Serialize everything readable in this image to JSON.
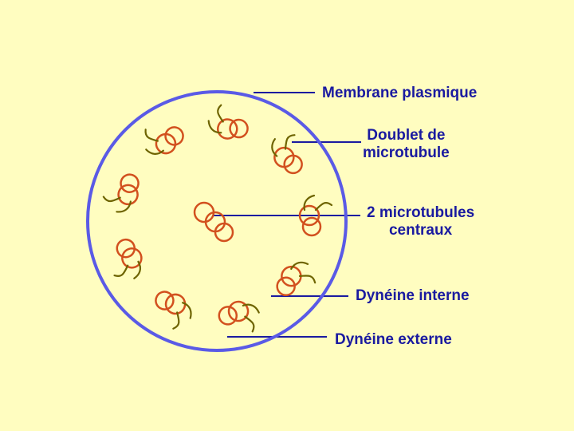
{
  "colors": {
    "background": "#fffdc0",
    "membrane": "#5a5ae6",
    "microtubule": "#d2501e",
    "dynein": "#6e6400",
    "leader": "#1a1aa0",
    "label_text": "#1a1aa0"
  },
  "labels": {
    "membrane": "Membrane plasmique",
    "doublet_line1": "Doublet de",
    "doublet_line2": "microtubule",
    "central_line1": "2 microtubules",
    "central_line2": "centraux",
    "dynein_inner": "Dynéine interne",
    "dynein_outer": "Dynéine externe"
  }
}
